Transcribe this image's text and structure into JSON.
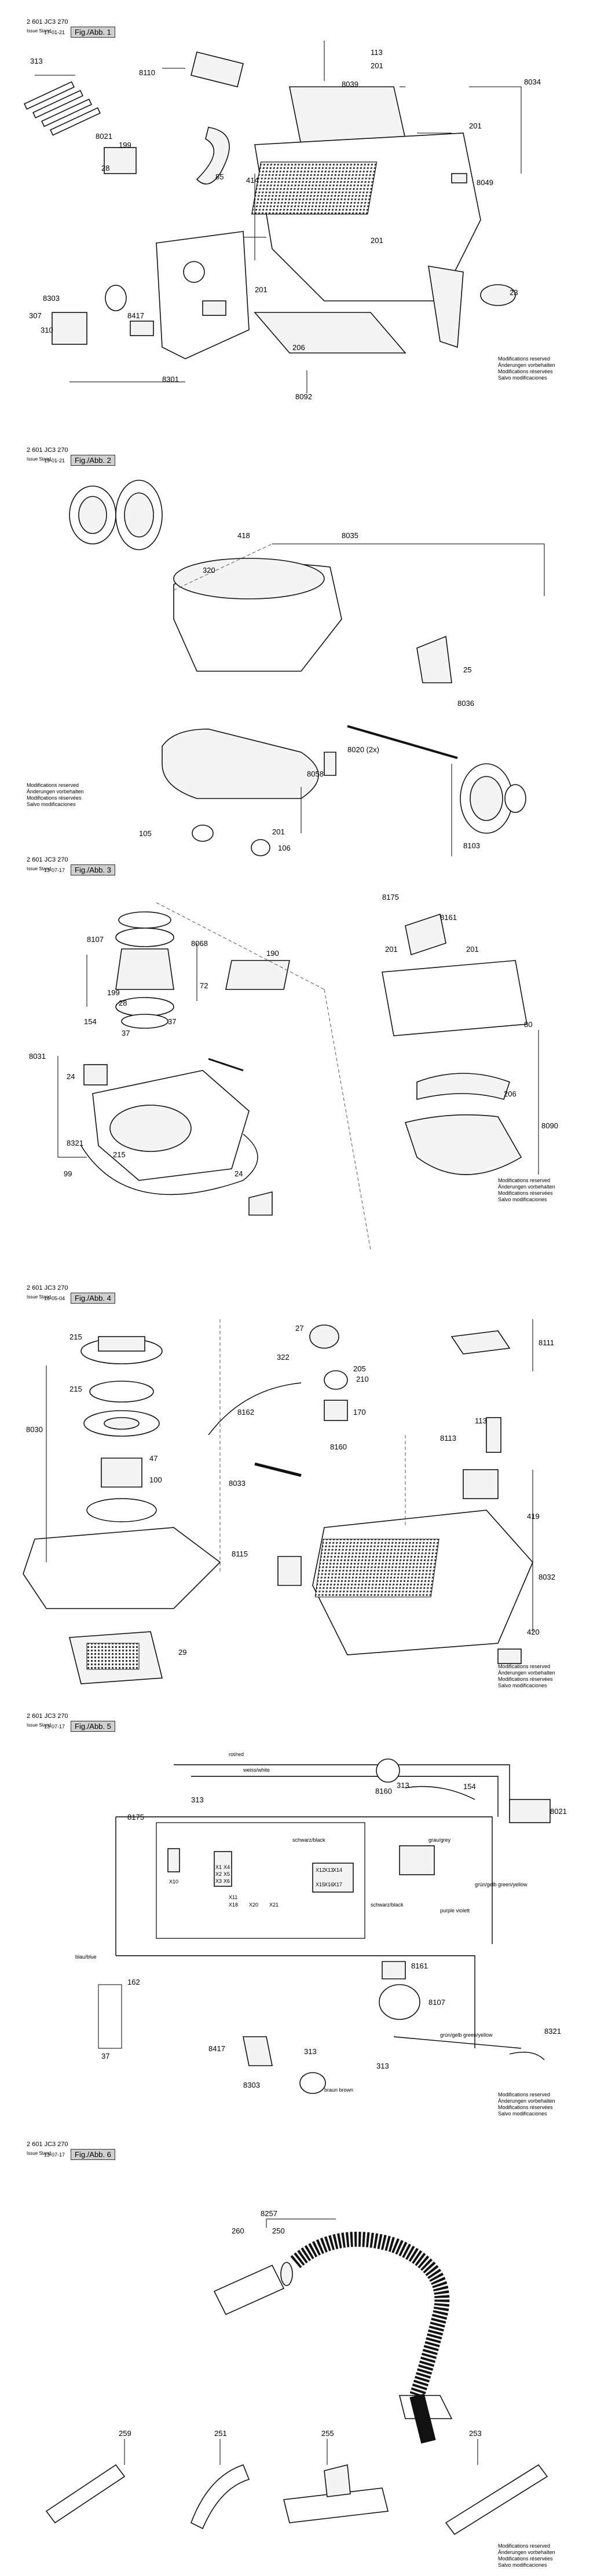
{
  "sheets": [
    {
      "code": "2 601 JC3 270",
      "issue": "Issue\nStand",
      "date": "17-01-21",
      "fig": "Fig./Abb. 1",
      "labels": {
        "l313": "313",
        "l8110": "8110",
        "l113": "113",
        "l201a": "201",
        "l8039": "8039",
        "l8034": "8034",
        "l201b": "201",
        "l8021": "8021",
        "l199": "199",
        "l28": "28",
        "l85": "85",
        "l414": "414",
        "l8049": "8049",
        "l201c": "201",
        "l201d": "201",
        "l23": "23",
        "l8303": "8303",
        "l307": "307",
        "l310": "310",
        "l8417": "8417",
        "l206": "206",
        "l8301": "8301",
        "l8092": "8092"
      },
      "note": "Modifications reserved\nÄnderungen vorbehalten\nModifications réservées\nSalvo modificaciones"
    },
    {
      "code": "2 601 JC3 270",
      "issue": "Issue\nStand",
      "date": "19-01-21",
      "fig": "Fig./Abb. 2",
      "labels": {
        "l418": "418",
        "l8035": "8035",
        "l320": "320",
        "l25": "25",
        "l8036": "8036",
        "l8020": "8020 (2x)",
        "l8058": "8058",
        "l105": "105",
        "l201": "201",
        "l106": "106",
        "l8103": "8103"
      },
      "note": "Modifications reserved\nÄnderungen vorbehalten\nModifications réservées\nSalvo modificaciones"
    },
    {
      "code": "2 601 JC3 270",
      "issue": "Issue\nStand",
      "date": "13-07-17",
      "fig": "Fig./Abb. 3",
      "labels": {
        "l8175": "8175",
        "l8161": "8161",
        "l8107": "8107",
        "l8068": "8068",
        "l190": "190",
        "l201a": "201",
        "l201b": "201",
        "l72": "72",
        "l199": "199",
        "l28": "28",
        "l154": "154",
        "l37": "37",
        "l37b": "37",
        "l8031": "8031",
        "l80": "80",
        "l24": "24",
        "l206": "206",
        "l8090": "8090",
        "l8321": "8321",
        "l215": "215",
        "l99": "99",
        "l24b": "24"
      },
      "note": "Modifications reserved\nÄnderungen vorbehalten\nModifications réservées\nSalvo modificaciones"
    },
    {
      "code": "2 601 JC3 270",
      "issue": "Issue\nStand",
      "date": "16-05-04",
      "fig": "Fig./Abb. 4",
      "labels": {
        "l215a": "215",
        "l27": "27",
        "l322": "322",
        "l205": "205",
        "l210": "210",
        "l8111": "8111",
        "l215b": "215",
        "l8030": "8030",
        "l170": "170",
        "l8162": "8162",
        "l113": "113",
        "l8113": "8113",
        "l8160": "8160",
        "l47": "47",
        "l100": "100",
        "l8033": "8033",
        "l419": "419",
        "l8115": "8115",
        "l8032": "8032",
        "l420": "420",
        "l29": "29"
      },
      "note": "Modifications reserved\nÄnderungen vorbehalten\nModifications réservées\nSalvo modificaciones"
    },
    {
      "code": "2 601 JC3 270",
      "issue": "Issue\nStand",
      "date": "13-07-17",
      "fig": "Fig./Abb. 5",
      "labels": {
        "rot": "rot/red",
        "weiss": "weiss/white",
        "l313": "313",
        "l8160": "8160",
        "l313b": "313",
        "l154": "154",
        "l8021": "8021",
        "l8175": "8175",
        "schwarz": "schwarz/black",
        "grau": "grau/grey",
        "schwarz2": "schwarz/black",
        "blau": "blau/blue",
        "l162": "162",
        "l37": "37",
        "l8417": "8417",
        "l8161": "8161",
        "l8107": "8107",
        "l313c": "313",
        "l8303": "8303",
        "l313d": "313",
        "l8321": "8321",
        "gn": "grün/gelb\ngreen/yellow",
        "gn2": "grün/gelb\ngreen/yellow",
        "braun": "braun\nbrown",
        "purple": "purple\nviolett",
        "x1": "X1",
        "x2": "X2",
        "x3": "X3",
        "x4": "X4",
        "x5": "X5",
        "x6": "X6",
        "x10": "X10",
        "x11": "X11",
        "x12": "X12",
        "x13": "X13",
        "x14": "X14",
        "x15": "X15",
        "x16": "X16",
        "x17": "X17",
        "x18": "X18",
        "x20": "X20",
        "x21": "X21"
      },
      "note": "Modifications reserved\nÄnderungen vorbehalten\nModifications réservées\nSalvo modificaciones"
    },
    {
      "code": "2 601 JC3 270",
      "issue": "Issue\nStand",
      "date": "13-07-17",
      "fig": "Fig./Abb. 6",
      "labels": {
        "l8257": "8257",
        "l260": "260",
        "l250": "250",
        "l259": "259",
        "l251": "251",
        "l255": "255",
        "l253": "253"
      },
      "note": "Modifications reserved\nÄnderungen vorbehalten\nModifications réservées\nSalvo modificaciones"
    }
  ]
}
